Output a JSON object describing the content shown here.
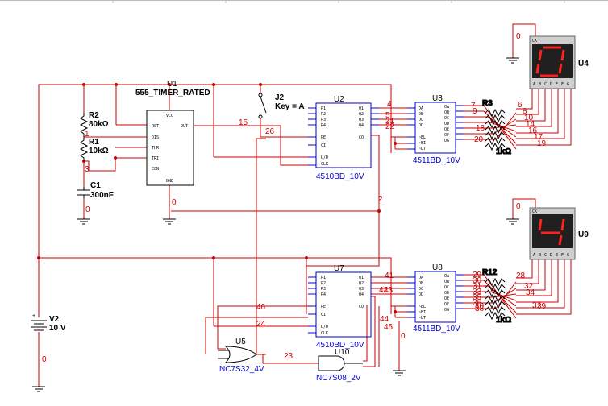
{
  "components": {
    "u1": {
      "ref": "U1",
      "type": "555_TIMER_RATED",
      "pins": [
        "VCC",
        "RST",
        "OUT",
        "DIS",
        "THR",
        "TRI",
        "CON",
        "GND"
      ]
    },
    "r2": {
      "ref": "R2",
      "value": "80kΩ"
    },
    "r1": {
      "ref": "R1",
      "value": "10kΩ"
    },
    "c1": {
      "ref": "C1",
      "value": "300nF"
    },
    "j2": {
      "ref": "J2",
      "value": "Key = A"
    },
    "v2": {
      "ref": "V2",
      "value": "10 V"
    },
    "u2": {
      "ref": "U2",
      "type": "4510BD_10V"
    },
    "u7": {
      "ref": "U7",
      "type": "4510BD_10V"
    },
    "u3": {
      "ref": "U3",
      "type": "4511BD_10V"
    },
    "u8": {
      "ref": "U8",
      "type": "4511BD_10V"
    },
    "u5": {
      "ref": "U5",
      "type": "NC7S32_4V"
    },
    "u10": {
      "ref": "U10",
      "type": "NC7S08_2V"
    },
    "u4": {
      "ref": "U4",
      "digit": "0"
    },
    "u9": {
      "ref": "U9",
      "digit": "4"
    },
    "r3": {
      "ref": "R3",
      "value": "1kΩ"
    },
    "r12": {
      "ref": "R12",
      "value": "1kΩ"
    }
  },
  "counter_pins": {
    "left": [
      "P1",
      "P2",
      "P3",
      "P4",
      "PE",
      "CI",
      "U/D",
      "CLK"
    ],
    "right": [
      "Q1",
      "Q2",
      "Q3",
      "Q4",
      "CO"
    ]
  },
  "decoder_pins": {
    "left": [
      "DA",
      "DB",
      "DC",
      "DD",
      "~EL",
      "~BI",
      "~LT"
    ],
    "right": [
      "OA",
      "OB",
      "OC",
      "OD",
      "OE",
      "OF",
      "OG"
    ]
  },
  "display_pins": [
    "CK",
    "A",
    "B",
    "C",
    "D",
    "E",
    "F",
    "G"
  ],
  "nets": {
    "n0_display_top": "0",
    "n0_c1": "0",
    "n0_u1": "0",
    "n0_display_bottom": "0",
    "n0_v2": "0",
    "n0_u8": "0",
    "n1": "1",
    "n2": "2",
    "n3": "3",
    "n4": "4",
    "n15": "15",
    "n26": "26",
    "n46": "46",
    "n24": "24",
    "n23": "23",
    "n44": "44",
    "n45": "45",
    "n41": "41",
    "n43": "43",
    "top_outputs": [
      "7",
      "9",
      "6",
      "8",
      "10",
      "14",
      "16",
      "18",
      "17",
      "19",
      "20"
    ],
    "u2_outputs": [
      "5",
      "21",
      "22"
    ],
    "bottom_outputs": [
      "29",
      "30",
      "31",
      "32",
      "33",
      "34",
      "35",
      "36",
      "37",
      "38",
      "40",
      "28",
      "39"
    ],
    "u7_outputs": [
      "42"
    ]
  }
}
